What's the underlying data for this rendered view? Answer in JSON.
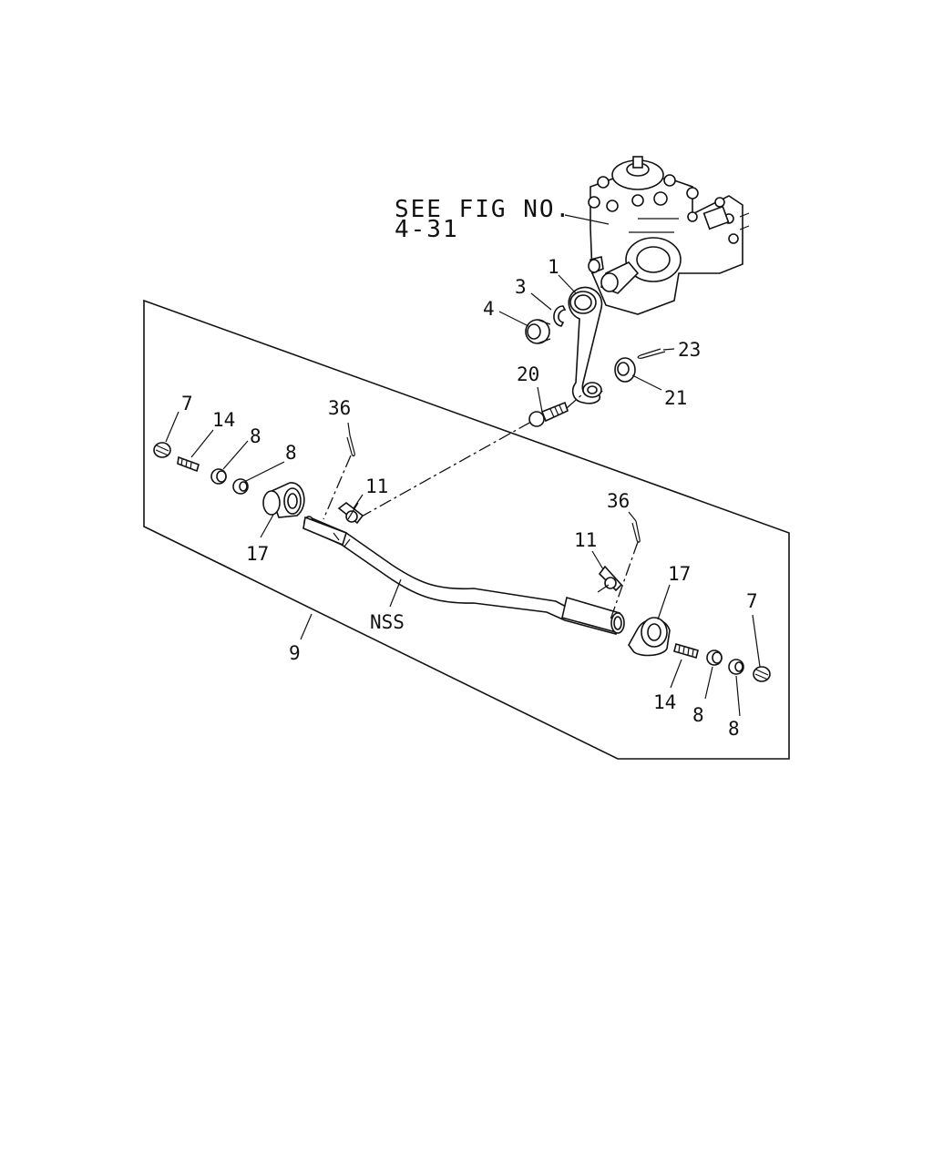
{
  "reference": {
    "line1": "SEE FIG NO.",
    "line2": "4-31"
  },
  "callouts": {
    "c1": "1",
    "c3": "3",
    "c4": "4",
    "c23": "23",
    "c20": "20",
    "c21": "21",
    "c7_left": "7",
    "c14_left": "14",
    "c8_left_a": "8",
    "c8_left_b": "8",
    "c36_left": "36",
    "c11_left": "11",
    "c17_left": "17",
    "c36_right": "36",
    "c11_right": "11",
    "c17_right": "17",
    "c7_right": "7",
    "c14_right": "14",
    "c8_right_a": "8",
    "c8_right_b": "8",
    "nss": "NSS",
    "c9": "9"
  }
}
